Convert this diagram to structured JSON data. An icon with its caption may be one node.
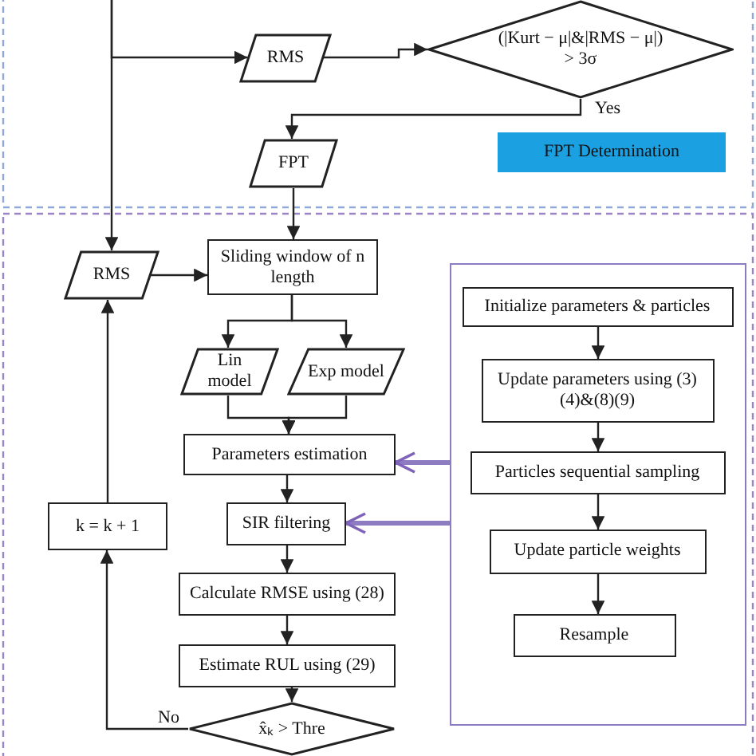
{
  "diagram": {
    "nodes": [
      {
        "text": [
          "(|Kurt − μ|&|RMS − μ|) > 3σ"
        ]
      },
      {
        "text": [
          "RMS"
        ]
      },
      {
        "text": [
          "FPT"
        ]
      },
      {
        "text": [
          "FPT Determination"
        ]
      },
      {
        "text": [
          "RMS"
        ]
      },
      {
        "text": [
          "Sliding window of n length"
        ]
      },
      {
        "text": [
          "Lin model"
        ]
      },
      {
        "text": [
          "Exp model"
        ]
      },
      {
        "text": [
          "Parameters estimation"
        ]
      },
      {
        "text": [
          "SIR filtering"
        ]
      },
      {
        "text": [
          "Calculate RMSE using (28)"
        ]
      },
      {
        "text": [
          "Estimate RUL using (29)"
        ]
      },
      {
        "text": [
          "x̂ₖ > Thre"
        ]
      },
      {
        "text": [
          "k = k + 1"
        ]
      },
      {
        "text": [],
        "shape": "box"
      },
      {
        "text": [
          "Initialize parameters & particles"
        ],
        "in": 14
      },
      {
        "text": [
          "Update parameters using (3)(4)&(8)(9)"
        ],
        "in": 14
      },
      {
        "text": [
          "Particles sequential sampling"
        ],
        "in": 14
      },
      {
        "text": [
          "Update particle weights"
        ],
        "in": 14
      },
      {
        "text": [
          "Resample"
        ],
        "in": 14
      }
    ],
    "edges": [
      {
        "from": null,
        "to": 1,
        "arrow": "to"
      },
      {
        "from": null,
        "to": 4,
        "arrow": "to"
      },
      {
        "from": 1,
        "to": 0,
        "arrow": "to"
      },
      {
        "from": 0,
        "to": 2,
        "arrow": "to",
        "label": "Yes"
      },
      {
        "from": 2,
        "to": 5,
        "arrow": "to"
      },
      {
        "from": 4,
        "to": 5,
        "arrow": "to"
      },
      {
        "from": 5,
        "to": 6,
        "arrow": "to"
      },
      {
        "from": 5,
        "to": 7,
        "arrow": "to"
      },
      {
        "from": 6,
        "to": 8,
        "arrow": "to"
      },
      {
        "from": 7,
        "to": 8,
        "arrow": "to"
      },
      {
        "from": 8,
        "to": 9,
        "arrow": "to"
      },
      {
        "from": 9,
        "to": 10,
        "arrow": "to"
      },
      {
        "from": 10,
        "to": 11,
        "arrow": "to"
      },
      {
        "from": 11,
        "to": 12,
        "arrow": "to"
      },
      {
        "from": 12,
        "to": 13,
        "arrow": "to",
        "label": "No"
      },
      {
        "from": 13,
        "to": 4,
        "arrow": "to"
      },
      {
        "from": 15,
        "to": 16,
        "arrow": "to"
      },
      {
        "from": 16,
        "to": 17,
        "arrow": "to"
      },
      {
        "from": 17,
        "to": 18,
        "arrow": "to"
      },
      {
        "from": 18,
        "to": 19,
        "arrow": "to"
      },
      {
        "from": 14,
        "to": 8,
        "arrow": "to",
        "style": "thick",
        "color": "#8e7cc3"
      },
      {
        "from": 14,
        "to": 9,
        "arrow": "to",
        "style": "thick",
        "color": "#8e7cc3"
      }
    ]
  }
}
